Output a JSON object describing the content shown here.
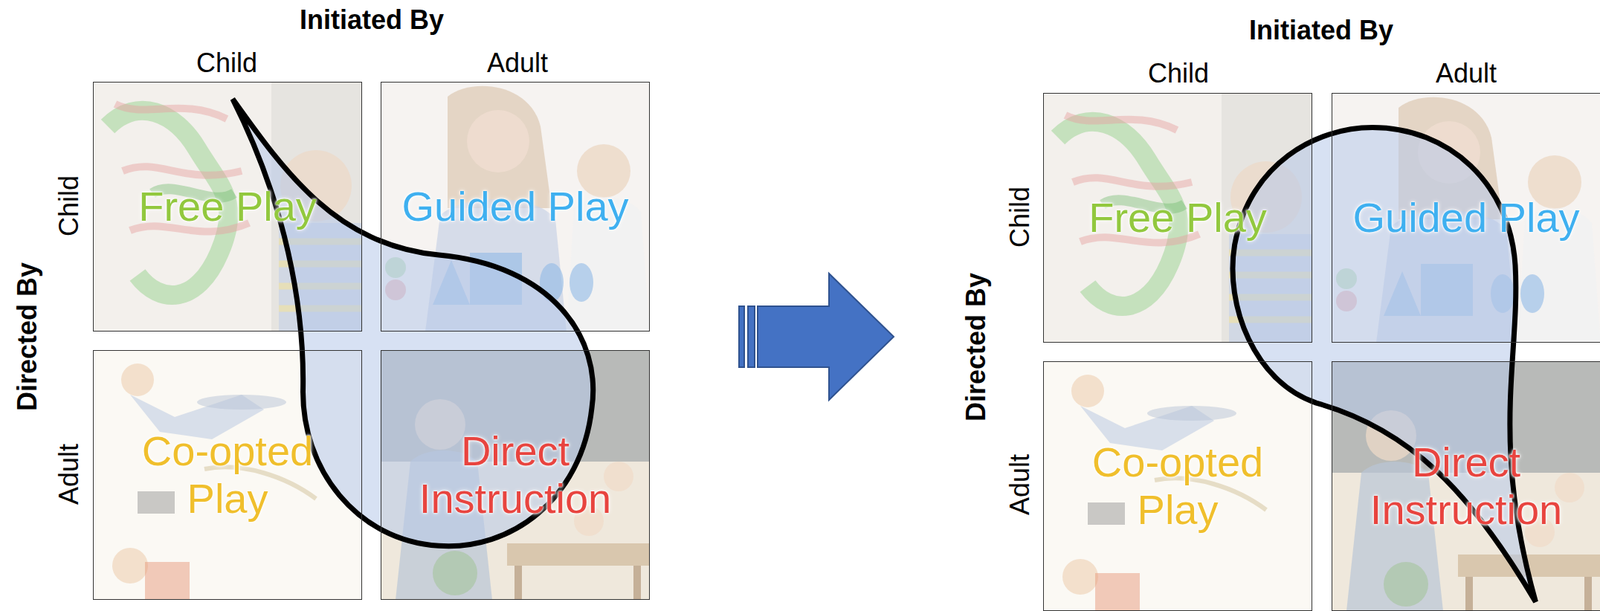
{
  "diagram": {
    "nodes": [
      {
        "text": [
          "Free Play"
        ]
      },
      {
        "text": [
          "Guided Play"
        ]
      },
      {
        "text": [
          "Co-opted Play"
        ]
      },
      {
        "text": [
          "Direct Instruction"
        ]
      },
      {
        "text": [
          "Free Play"
        ]
      },
      {
        "text": [
          "Guided Play"
        ]
      },
      {
        "text": [
          "Co-opted Play"
        ]
      },
      {
        "text": [
          "Direct Instruction"
        ]
      }
    ],
    "labels": [
      "Initiated By",
      "Child",
      "Adult",
      "Directed By",
      "Child",
      "Adult",
      "Initiated By",
      "Child",
      "Adult",
      "Directed By",
      "Child",
      "Adult"
    ]
  }
}
